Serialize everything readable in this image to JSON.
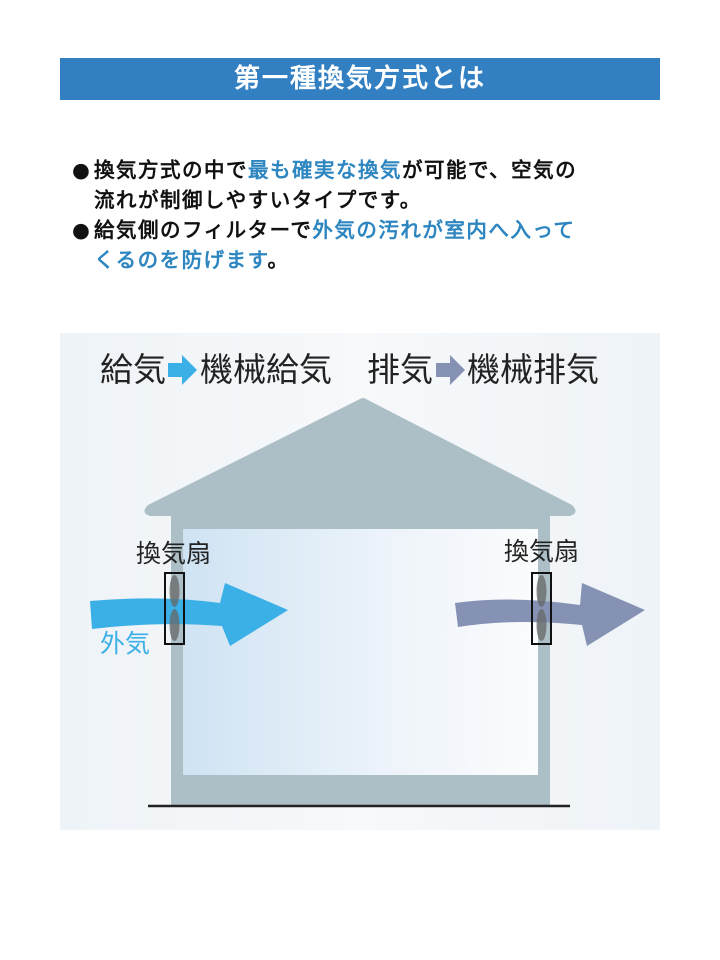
{
  "title": "第一種換気方式とは",
  "bullets": [
    {
      "marker": "●",
      "parts": [
        "換気方式の中で",
        "最も確実な換気",
        "が可能で、空気の"
      ],
      "line2": [
        "流れが制御しやすいタイプです。"
      ]
    },
    {
      "marker": "●",
      "parts": [
        "給気側のフィルターで",
        "外気の汚れが室内へ入って"
      ],
      "line2": [
        "くるのを防げます",
        "。"
      ]
    }
  ],
  "diagram": {
    "supply_label": "給気",
    "supply_method": "機械給気",
    "exhaust_label": "排気",
    "exhaust_method": "機械排気",
    "fan_left_label": "換気扇",
    "fan_right_label": "換気扇",
    "outside_air_label": "外気",
    "colors": {
      "supply": "#3ab0e6",
      "exhaust": "#8592b4",
      "house": "#adbfc6"
    }
  }
}
